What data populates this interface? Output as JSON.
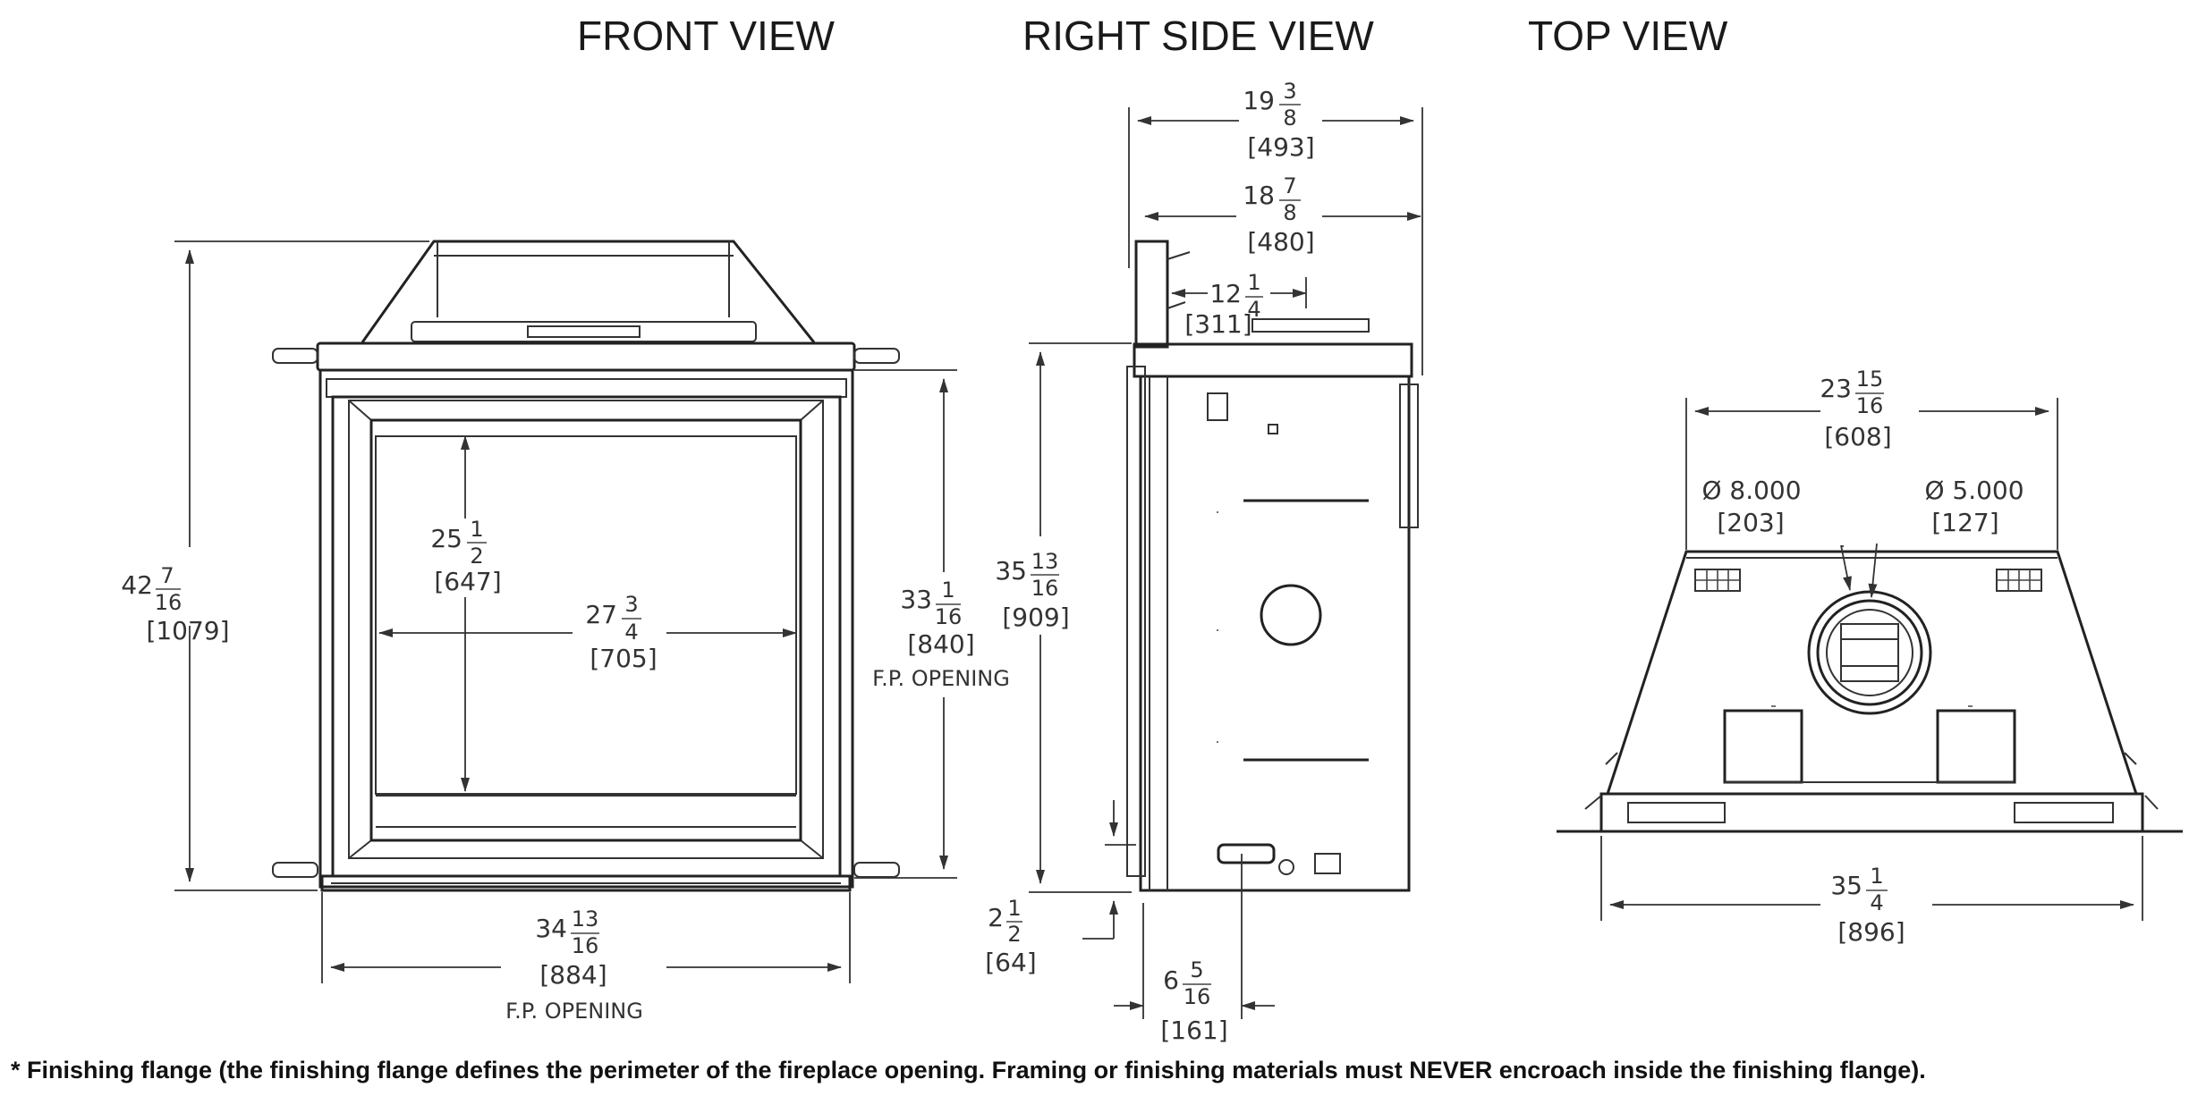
{
  "views": {
    "front": "FRONT VIEW",
    "right_side": "RIGHT SIDE VIEW",
    "top": "TOP VIEW"
  },
  "front_dims": {
    "overall_height": {
      "whole": "42",
      "num": "7",
      "den": "16",
      "mm": "[1079]"
    },
    "inner_height": {
      "whole": "25",
      "num": "1",
      "den": "2",
      "mm": "[647]"
    },
    "inner_width": {
      "whole": "27",
      "num": "3",
      "den": "4",
      "mm": "[705]"
    },
    "opening_height": {
      "whole": "33",
      "num": "1",
      "den": "16",
      "mm": "[840]",
      "label": "F.P. OPENING"
    },
    "opening_width": {
      "whole": "34",
      "num": "13",
      "den": "16",
      "mm": "[884]",
      "label": "F.P. OPENING"
    }
  },
  "side_dims": {
    "overall_depth": {
      "whole": "19",
      "num": "3",
      "den": "8",
      "mm": "[493]"
    },
    "body_depth": {
      "whole": "18",
      "num": "7",
      "den": "8",
      "mm": "[480]"
    },
    "vent_center": {
      "whole": "12",
      "num": "1",
      "den": "4",
      "mm": "[311]"
    },
    "height": {
      "whole": "35",
      "num": "13",
      "den": "16",
      "mm": "[909]"
    },
    "bottom_offset": {
      "whole": "2",
      "num": "1",
      "den": "2",
      "mm": "[64]"
    },
    "gas_inlet": {
      "whole": "6",
      "num": "5",
      "den": "16",
      "mm": "[161]"
    }
  },
  "top_dims": {
    "rear_width": {
      "whole": "23",
      "num": "15",
      "den": "16",
      "mm": "[608]"
    },
    "outer_vent": {
      "dia": "Ø 8.000",
      "mm": "[203]"
    },
    "inner_vent": {
      "dia": "Ø 5.000",
      "mm": "[127]"
    },
    "front_width": {
      "whole": "35",
      "num": "1",
      "den": "4",
      "mm": "[896]"
    }
  },
  "note": "* Finishing flange (the finishing flange defines the perimeter of the fireplace opening. Framing or finishing materials must NEVER encroach inside the finishing flange)."
}
